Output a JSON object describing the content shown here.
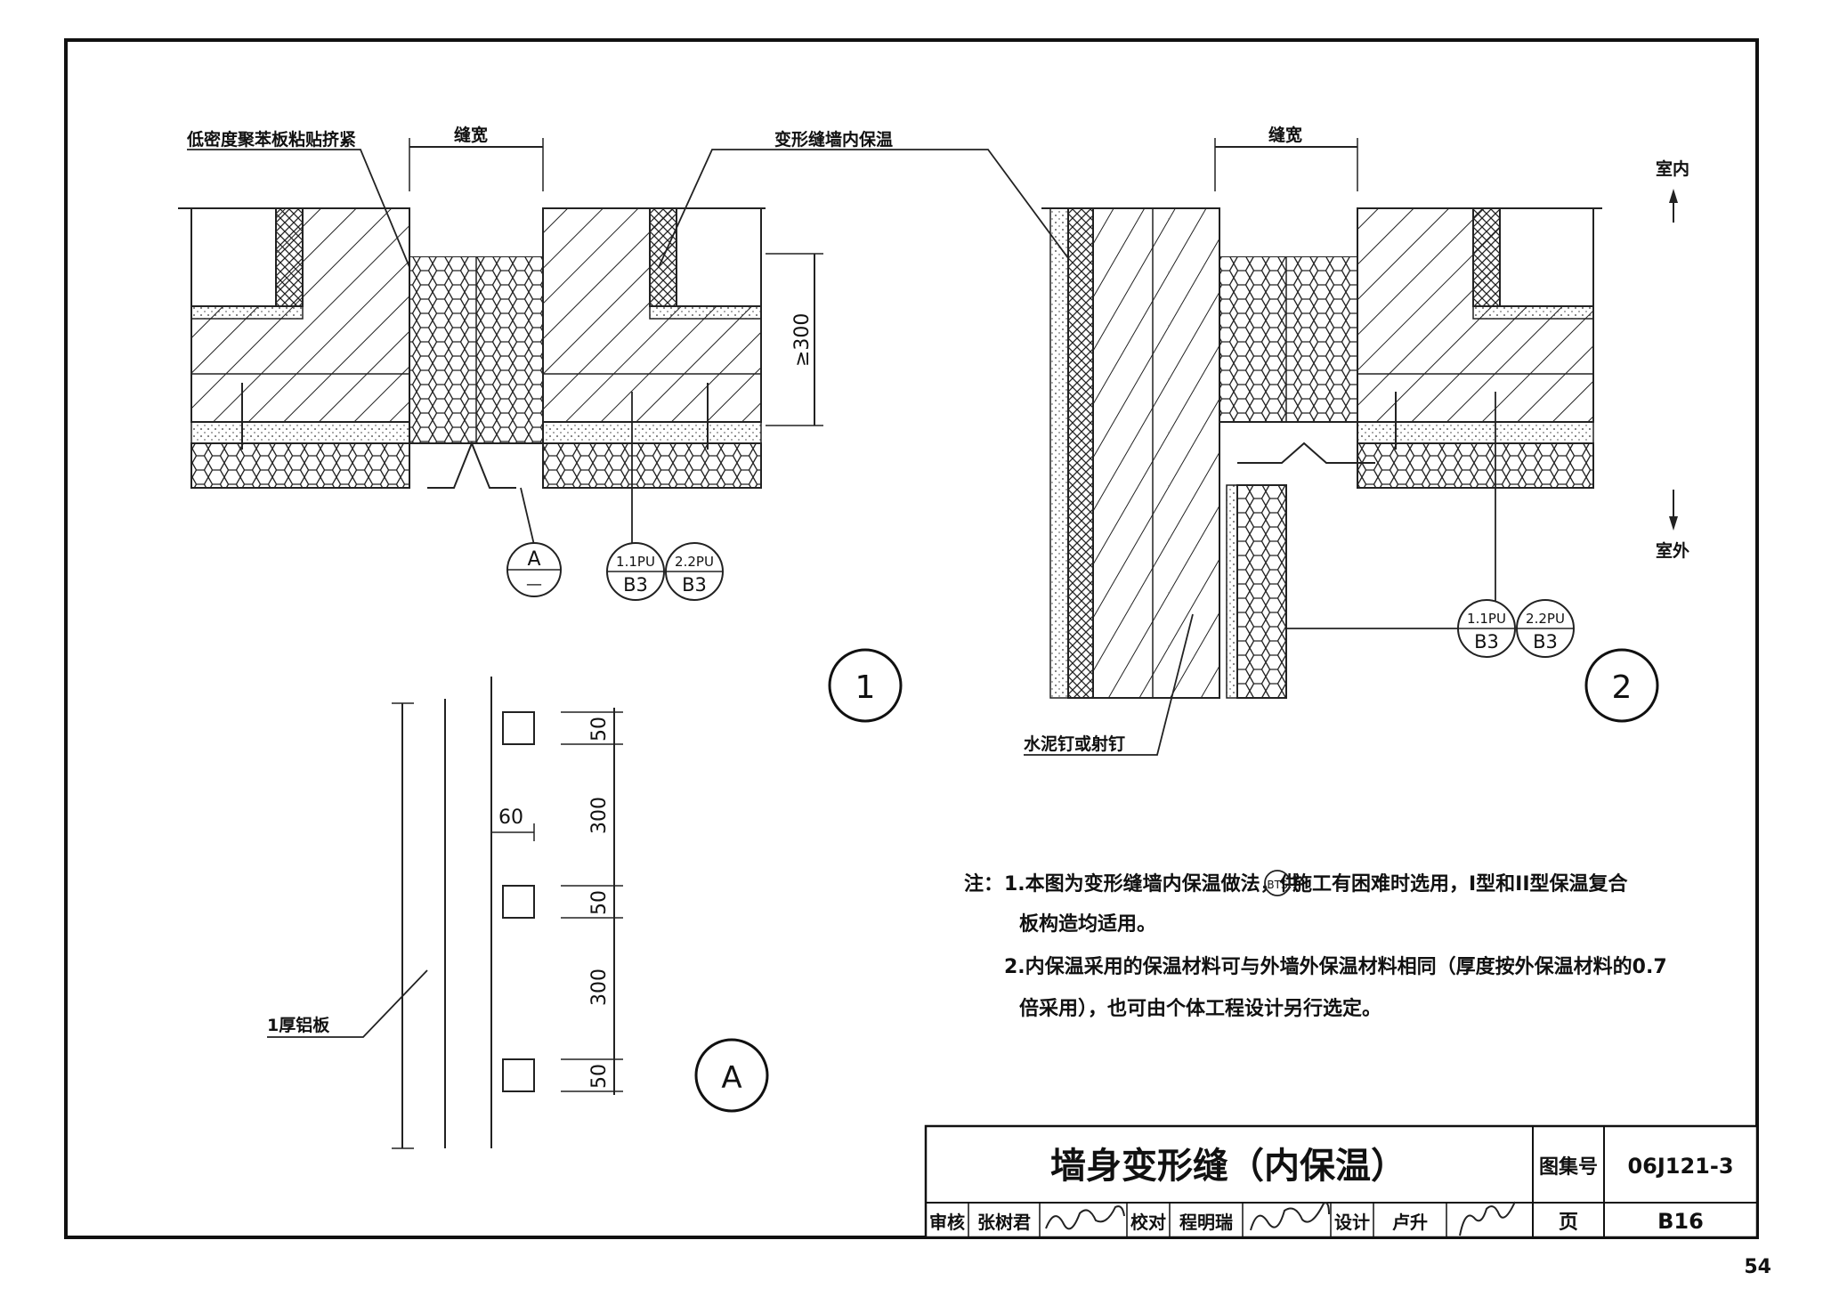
{
  "labels": {
    "foam_label": "低密度聚苯板粘贴挤紧",
    "joint_width_1": "缝宽",
    "inner_insulation_label": "变形缝墙内保温",
    "joint_width_2": "缝宽",
    "indoor": "室内",
    "outdoor": "室外",
    "min_300": "≥300",
    "nail_label": "水泥钉或射钉",
    "alu_label": "1厚铝板"
  },
  "callouts": {
    "A_top": "A",
    "A_bottom": "—",
    "ref1_top": "1.1PU",
    "ref1_bottom": "B3",
    "ref2_top": "2.2PU",
    "ref2_bottom": "B3",
    "ref3_top": "1.1PU",
    "ref3_bottom": "B3",
    "ref4_top": "2.2PU",
    "ref4_bottom": "B3"
  },
  "details": {
    "detail_1": "1",
    "detail_2": "2",
    "detail_A": "A"
  },
  "dims_A": {
    "d1": "50",
    "d2": "300",
    "d3": "50",
    "d4": "300",
    "d5": "50",
    "width": "60"
  },
  "notes": {
    "prefix": "注：",
    "n1_part1": "1.本图为变形缝墙内保温做法，供",
    "n1_badge": "BTS",
    "n1_part2": "施工有困难时选用，I型和II型保温复合",
    "n1_line2": "板构造均适用。",
    "n2_line1": "2.内保温采用的保温材料可与外墙外保温材料相同（厚度按外保温材料的0.7",
    "n2_line2": "倍采用），也可由个体工程设计另行选定。"
  },
  "title_block": {
    "title": "墙身变形缝（内保温）",
    "atlas_label": "图集号",
    "atlas_no": "06J121-3",
    "page_label": "页",
    "page_no": "B16",
    "review_label": "审核",
    "reviewer": "张树君",
    "check_label": "校对",
    "checker": "程明瑞",
    "design_label": "设计",
    "designer": "卢升"
  },
  "sheet_number": "54"
}
